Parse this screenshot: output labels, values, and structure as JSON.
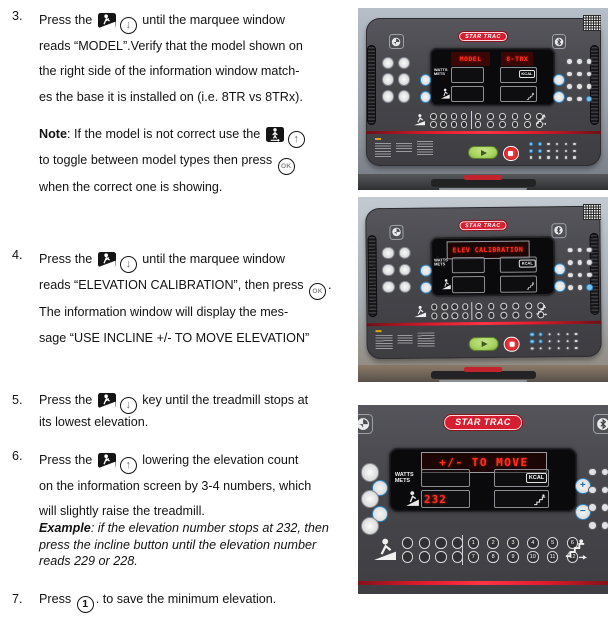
{
  "instructions": {
    "steps": [
      {
        "number": "3.",
        "style": "wide",
        "lines": [
          [
            {
              "text": "Press the "
            },
            {
              "icon": "incline-treadmill-icon"
            },
            {
              "icon": "circle-down-arrow-icon"
            },
            {
              "text": " until the marquee window"
            }
          ],
          [
            {
              "text": "reads “MODEL”.Verify that the model shown on"
            }
          ],
          [
            {
              "text": "the right side of the information window match-"
            }
          ],
          [
            {
              "text": "es the base it is installed on (i.e. 8TR vs 8TRx)."
            }
          ]
        ]
      },
      {
        "number": "",
        "style": "wide",
        "lines": [
          [
            {
              "text": "Note",
              "bold": true
            },
            {
              "text": ": If the model is not correct use the "
            },
            {
              "icon": "max-incline-icon"
            },
            {
              "icon": "circle-up-arrow-icon"
            }
          ],
          [
            {
              "text": "to toggle between model types then press "
            },
            {
              "icon": "ok-button-icon"
            }
          ],
          [
            {
              "text": "when the correct one is showing."
            }
          ]
        ]
      },
      {
        "number": "4.",
        "style": "wide",
        "lines": [
          [
            {
              "text": "Press the "
            },
            {
              "icon": "incline-treadmill-icon"
            },
            {
              "icon": "circle-down-arrow-icon"
            },
            {
              "text": " until the marquee window"
            }
          ],
          [
            {
              "text": "reads “ELEVATION CALIBRATION”, then press "
            },
            {
              "icon": "ok-button-icon"
            },
            {
              "text": "."
            }
          ],
          [
            {
              "text": "The information window will display the mes-"
            }
          ],
          [
            {
              "text": "sage “USE INCLINE +/- TO MOVE ELEVATION”"
            }
          ]
        ]
      },
      {
        "number": "5.",
        "style": "tight",
        "lines": [
          [
            {
              "text": "Press the "
            },
            {
              "icon": "incline-treadmill-icon"
            },
            {
              "icon": "circle-down-arrow-icon"
            },
            {
              "text": " key until the treadmill stops at"
            }
          ],
          [
            {
              "text": "its lowest elevation."
            }
          ]
        ]
      },
      {
        "number": "6.",
        "style": "wide",
        "lines": [
          [
            {
              "text": "Press the "
            },
            {
              "icon": "incline-treadmill-icon"
            },
            {
              "icon": "circle-up-arrow-icon"
            },
            {
              "text": " lowering the elevation count"
            }
          ],
          [
            {
              "text": "on the information screen by 3-4 numbers, which"
            }
          ],
          [
            {
              "text": "will slightly raise the treadmill."
            }
          ]
        ]
      },
      {
        "number": "",
        "style": "tight",
        "lines": [
          [
            {
              "text": "Example",
              "bold": true,
              "italic": true
            },
            {
              "text": ": if the elevation number stops at 232, then",
              "italic": true
            }
          ],
          [
            {
              "text": "press the incline button until the elevation number",
              "italic": true
            }
          ],
          [
            {
              "text": "reads 229 or 228.",
              "italic": true
            }
          ]
        ]
      },
      {
        "number": "7.",
        "style": "tight",
        "lines": [
          [
            {
              "text": "Press "
            },
            {
              "icon": "one-button-icon"
            },
            {
              "text": ". to save the minimum elevation."
            }
          ]
        ]
      }
    ]
  },
  "photos": [
    {
      "name": "console-model-screen",
      "logo": "STAR TRAC",
      "marquee_left": "MODEL",
      "marquee_right": "8-TRX",
      "watts_line1": "WATTS",
      "watts_line2": "METS",
      "kcal": "KCAL",
      "incline_value": ""
    },
    {
      "name": "console-elev-calibration-screen",
      "logo": "STAR TRAC",
      "marquee_left": "ELEV CALIBRATION",
      "marquee_right": "",
      "watts_line1": "WATTS",
      "watts_line2": "METS",
      "kcal": "KCAL",
      "incline_value": ""
    },
    {
      "name": "console-to-move-screen",
      "logo": "STAR TRAC",
      "marquee_left": "+/- TO MOVE",
      "marquee_right": "",
      "watts_line1": "WATTS",
      "watts_line2": "METS",
      "kcal": "KCAL",
      "incline_value": "232",
      "plus_label": "+",
      "minus_label": "−",
      "speed_keys_row1": [
        "1",
        "2",
        "3",
        "4",
        "5",
        "6"
      ],
      "speed_keys_row2": [
        "7",
        "8",
        "9",
        "10",
        "11",
        "12"
      ]
    }
  ],
  "colors": {
    "led_red": "#ff2d1e",
    "accent_red": "#d81f2e",
    "play_green": "#a9d35f",
    "button_blue": "#2e86c1",
    "console_gray": "#45454a"
  }
}
